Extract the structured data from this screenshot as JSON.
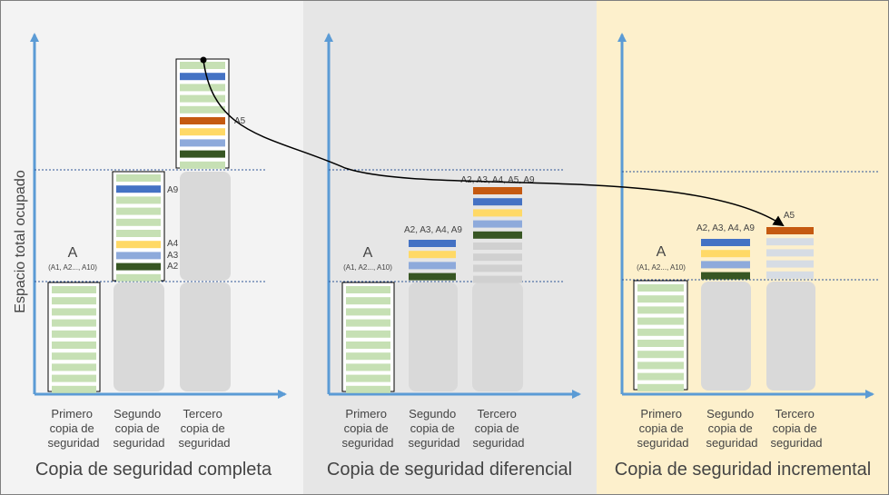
{
  "y_axis_label": "Espacio total ocupado",
  "colors": {
    "panel_bg": [
      "#f3f3f3",
      "#e6e6e6",
      "#fdf0cc"
    ],
    "axis": "#5b9bd5",
    "dotted": "#2f5597",
    "stripe_green": "#c6e0b4",
    "ghost": "#d9d9d9",
    "gray_stripe": "#d0d0d0",
    "light_blue_stripe": "#d6dce4",
    "blue": "#4472c4",
    "yellow": "#ffd966",
    "light_blue": "#8eaadb",
    "dark_green": "#375623",
    "orange": "#c55a11"
  },
  "panels": [
    {
      "title": "Copia de seguridad completa",
      "first_label": "A",
      "first_sub": "(A1, A2..., A10)",
      "col_labels": [
        [
          "Primero",
          "copia de",
          "seguridad"
        ],
        [
          "Segundo",
          "copia de",
          "seguridad"
        ],
        [
          "Tercero",
          "copia de",
          "seguridad"
        ]
      ],
      "second_labels": [
        "A9",
        "A4",
        "A3",
        "A2"
      ],
      "third_labels": [
        "A5"
      ]
    },
    {
      "title": "Copia de seguridad diferencial",
      "first_label": "A",
      "first_sub": "(A1, A2..., A10)",
      "col_labels": [
        [
          "Primero",
          "copia de",
          "seguridad"
        ],
        [
          "Segundo",
          "copia de",
          "seguridad"
        ],
        [
          "Tercero",
          "copia de",
          "seguridad"
        ]
      ],
      "second_top": "A2, A3, A4, A9",
      "third_top": "A2, A3, A4, A5, A9"
    },
    {
      "title": "Copia de seguridad incremental",
      "first_label": "A",
      "first_sub": "(A1, A2..., A10)",
      "col_labels": [
        [
          "Primero",
          "copia de",
          "seguridad"
        ],
        [
          "Segundo",
          "copia de",
          "seguridad"
        ],
        [
          "Tercero",
          "copia de",
          "seguridad"
        ]
      ],
      "second_top": "A2, A3, A4, A9",
      "third_top": "A5"
    }
  ]
}
